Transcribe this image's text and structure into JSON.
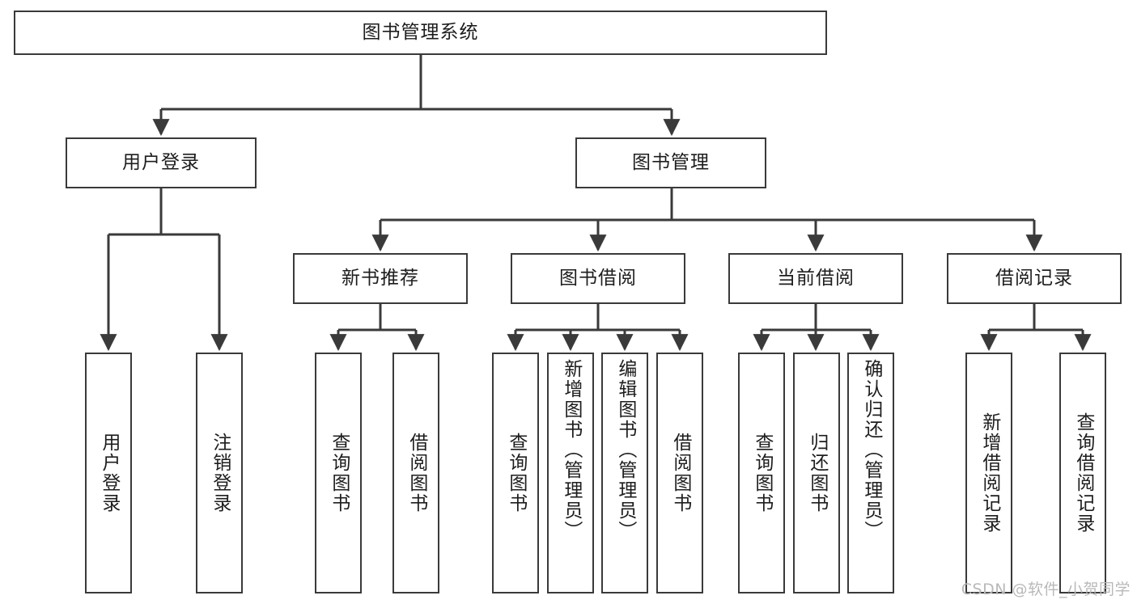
{
  "diagram": {
    "title": "图书管理系统",
    "type": "tree-hierarchy",
    "root": {
      "id": "root",
      "label": "图书管理系统",
      "orientation": "horizontal"
    },
    "level2": [
      {
        "id": "user-login",
        "label": "用户登录",
        "orientation": "horizontal"
      },
      {
        "id": "book-manage",
        "label": "图书管理",
        "orientation": "horizontal"
      }
    ],
    "level3": [
      {
        "id": "new-book-recommend",
        "label": "新书推荐",
        "orientation": "horizontal",
        "parent": "book-manage"
      },
      {
        "id": "book-borrow",
        "label": "图书借阅",
        "orientation": "horizontal",
        "parent": "book-manage"
      },
      {
        "id": "current-borrow",
        "label": "当前借阅",
        "orientation": "horizontal",
        "parent": "book-manage"
      },
      {
        "id": "borrow-record",
        "label": "借阅记录",
        "orientation": "horizontal",
        "parent": "book-manage"
      }
    ],
    "leaves": [
      {
        "id": "leaf-user-login",
        "label": "用户登录",
        "parent": "user-login",
        "align": "center"
      },
      {
        "id": "leaf-user-logout",
        "label": "注销登录",
        "parent": "user-login",
        "align": "center"
      },
      {
        "id": "leaf-query-book-1",
        "label": "查询图书",
        "parent": "new-book-recommend",
        "align": "center"
      },
      {
        "id": "leaf-borrow-book-1",
        "label": "借阅图书",
        "parent": "new-book-recommend",
        "align": "center"
      },
      {
        "id": "leaf-query-book-2",
        "label": "查询图书",
        "parent": "book-borrow",
        "align": "center"
      },
      {
        "id": "leaf-add-book",
        "label": "新增图书（管理员）",
        "parent": "book-borrow",
        "align": "top"
      },
      {
        "id": "leaf-edit-book",
        "label": "编辑图书（管理员）",
        "parent": "book-borrow",
        "align": "top"
      },
      {
        "id": "leaf-borrow-book-2",
        "label": "借阅图书",
        "parent": "book-borrow",
        "align": "center"
      },
      {
        "id": "leaf-query-book-3",
        "label": "查询图书",
        "parent": "current-borrow",
        "align": "center"
      },
      {
        "id": "leaf-return-book",
        "label": "归还图书",
        "parent": "current-borrow",
        "align": "center"
      },
      {
        "id": "leaf-confirm-return",
        "label": "确认归还（管理员）",
        "parent": "current-borrow",
        "align": "top"
      },
      {
        "id": "leaf-add-record",
        "label": "新增借阅记录",
        "parent": "borrow-record",
        "align": "center"
      },
      {
        "id": "leaf-query-record",
        "label": "查询借阅记录",
        "parent": "borrow-record",
        "align": "center"
      }
    ],
    "colors": {
      "stroke": "#3a3a3a",
      "background": "#ffffff",
      "text": "#1d1d1d",
      "watermark": "#b9b9b9"
    }
  },
  "watermark": {
    "text": "CSDN @软件_小贺同学"
  }
}
